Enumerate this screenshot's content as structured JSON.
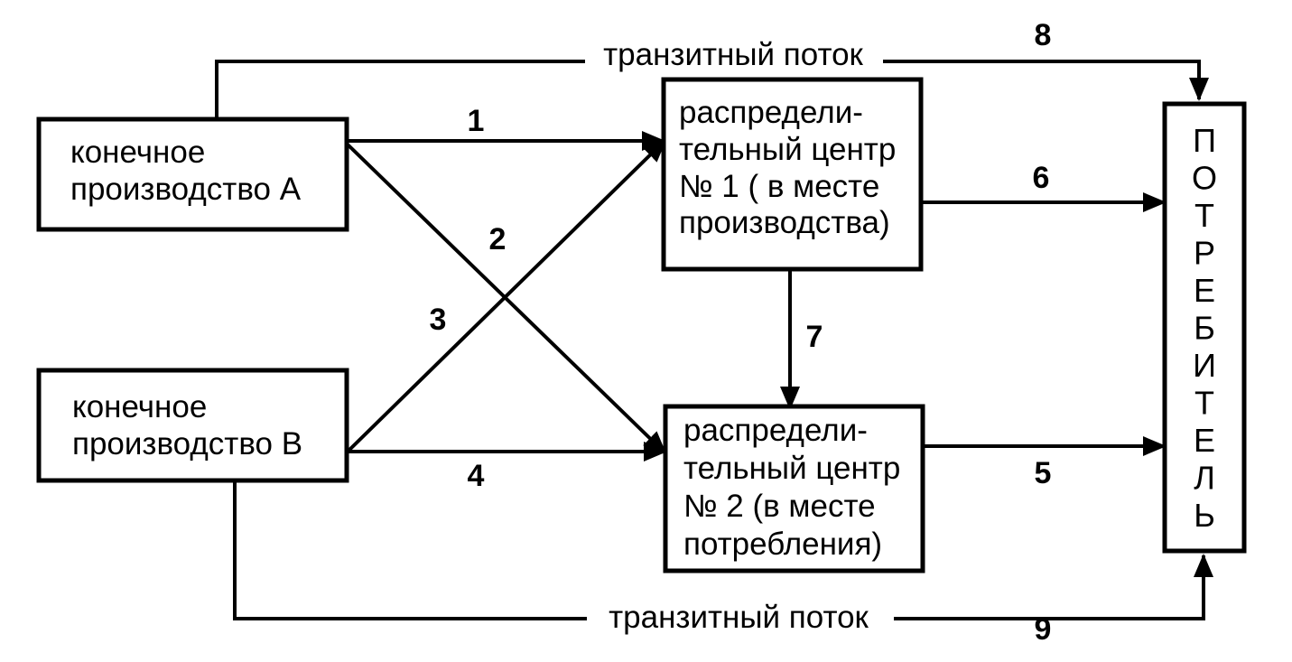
{
  "nodes": {
    "producer_a": {
      "lines": [
        "конечное",
        "производство А"
      ]
    },
    "producer_b": {
      "lines": [
        "конечное",
        "производство В"
      ]
    },
    "dc1": {
      "lines": [
        "распредели-",
        "тельный центр",
        "№ 1 ( в месте",
        "производства)"
      ]
    },
    "dc2": {
      "lines": [
        "распредели-",
        "тельный центр",
        "№ 2 (в месте",
        "потребления)"
      ]
    },
    "consumer": {
      "letters": [
        "П",
        "О",
        "Т",
        "Р",
        "Е",
        "Б",
        "И",
        "Т",
        "Е",
        "Л",
        "Ь"
      ]
    }
  },
  "edges": {
    "e1": {
      "label": "1",
      "from": "producer_a",
      "to": "dc1"
    },
    "e2": {
      "label": "2",
      "from": "producer_a",
      "to": "dc2"
    },
    "e3": {
      "label": "3",
      "from": "producer_b",
      "to": "dc1"
    },
    "e4": {
      "label": "4",
      "from": "producer_b",
      "to": "dc2"
    },
    "e5": {
      "label": "5",
      "from": "dc2",
      "to": "consumer"
    },
    "e6": {
      "label": "6",
      "from": "dc1",
      "to": "consumer"
    },
    "e7": {
      "label": "7",
      "from": "dc1",
      "to": "dc2"
    },
    "e8": {
      "label": "8",
      "from": "producer_a",
      "to": "consumer"
    },
    "e9": {
      "label": "9",
      "from": "producer_b",
      "to": "consumer"
    }
  },
  "transit_top": "транзитный поток",
  "transit_bottom": "транзитный поток",
  "colors": {
    "stroke": "#000000",
    "background": "#ffffff"
  }
}
